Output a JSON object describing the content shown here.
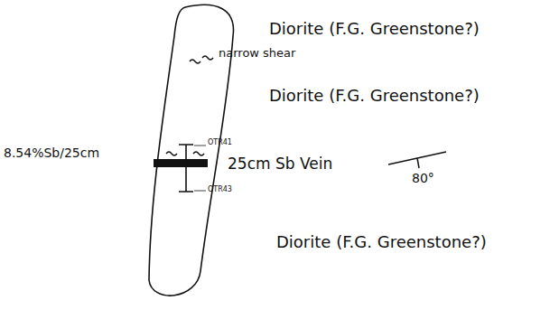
{
  "diagram": {
    "labels": [
      "Diorite (F.G. Greenstone?)",
      "narrow shear",
      "Diorite (F.G. Greenstone?)",
      "8.54%Sb/25cm",
      "OTR41",
      "25cm Sb Vein",
      "OTR43",
      "80°",
      "Diorite (F.G. Greenstone?)"
    ]
  }
}
